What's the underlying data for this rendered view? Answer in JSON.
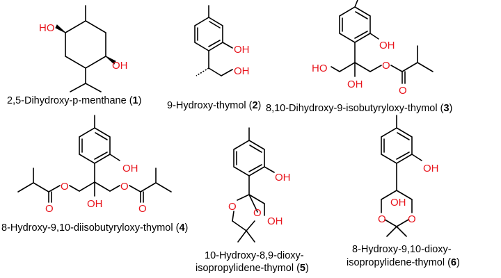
{
  "figure": {
    "atom_color": "#e8141c",
    "compounds": [
      {
        "number": "1",
        "name_prefix": "2,5-Dihydroxy-p-menthane (",
        "name_suffix": ")",
        "atoms": {
          "oh_left": "HO",
          "oh_right": "OH"
        }
      },
      {
        "number": "2",
        "name_prefix": "9-Hydroxy-thymol (",
        "name_suffix": ")",
        "atoms": {
          "oh_phenol": "OH",
          "oh_side": "OH"
        }
      },
      {
        "number": "3",
        "name_prefix": "8,10-Dihydroxy-9-isobutyryloxy-thymol (",
        "name_suffix": ")",
        "atoms": {
          "oh_phenol": "OH",
          "ho_left": "HO",
          "oh_center": "OH",
          "o_ester": "O",
          "o_carbonyl": "O"
        }
      },
      {
        "number": "4",
        "name_prefix": "8-Hydroxy-9,10-diisobutyryloxy-thymol (",
        "name_suffix": ")",
        "atoms": {
          "oh_phenol": "OH",
          "o_ester_left": "O",
          "o_carbonyl_left": "O",
          "oh_center": "OH",
          "o_ester_right": "O",
          "o_carbonyl_right": "O"
        }
      },
      {
        "number": "5",
        "name_line1": "10-Hydroxy-8,9-dioxy-",
        "name_prefix": "isopropylidene-thymol (",
        "name_suffix": ")",
        "atoms": {
          "oh_phenol": "OH",
          "o_ring_left": "O",
          "o_ring_right": "O",
          "oh_side": "OH"
        }
      },
      {
        "number": "6",
        "name_line1": "8-Hydroxy-9,10-dioxy-",
        "name_prefix": "isopropylidene-thymol  (",
        "name_suffix": ")",
        "atoms": {
          "oh_phenol": "OH",
          "o_ring_left": "O",
          "o_ring_right": "O",
          "oh_center": "OH"
        }
      }
    ]
  }
}
